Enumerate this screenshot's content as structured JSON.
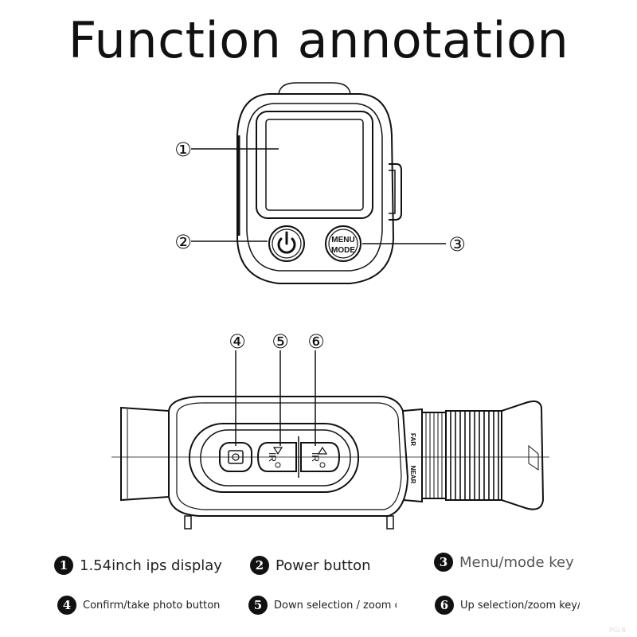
{
  "title": "Function annotation",
  "callouts": [
    "①",
    "②",
    "③",
    "④",
    "⑤",
    "⑥"
  ],
  "device_labels": {
    "menu_top": "MENU",
    "menu_bottom": "MODE",
    "far": "FAR",
    "near": "NEAR",
    "ir": "IR"
  },
  "legend": [
    {
      "num": "1",
      "text": "1.54inch ips display"
    },
    {
      "num": "2",
      "text": "Power button"
    },
    {
      "num": "3",
      "text": "Menu/mode key"
    },
    {
      "num": "4",
      "text": "Confirm/take photo button"
    },
    {
      "num": "5",
      "text": "Down selection / zoom ou"
    },
    {
      "num": "6",
      "text": "Up selection/zoom key/ir"
    }
  ],
  "watermark": "PGLB"
}
